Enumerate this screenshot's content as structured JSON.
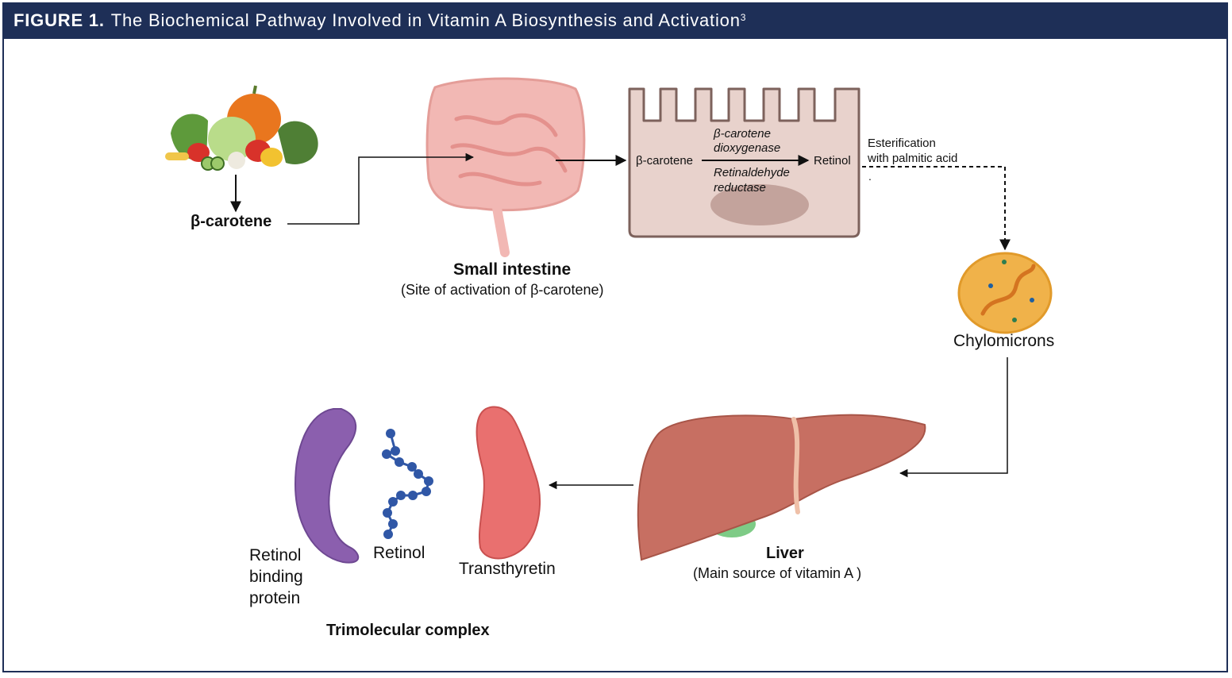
{
  "figure": {
    "label": "FIGURE 1.",
    "title": "The Biochemical Pathway Involved in Vitamin A Biosynthesis and Activation",
    "ref": "3"
  },
  "nodes": {
    "beta_carotene": "β-carotene",
    "small_intestine": {
      "name": "Small intestine",
      "note": "(Site of activation of  β-carotene)"
    },
    "enterocyte": {
      "substrate": "β-carotene",
      "enzyme1_line1": "β-carotene",
      "enzyme1_line2": "dioxygenase",
      "enzyme2_line1": "Retinaldehyde",
      "enzyme2_line2": "reductase",
      "product": "Retinol"
    },
    "esterification": {
      "line1": "Esterification",
      "line2": "with palmitic acid",
      "mark": "."
    },
    "chylomicrons": "Chylomicrons",
    "liver": {
      "name": "Liver",
      "note": "(Main source of vitamin A )"
    },
    "complex": {
      "rbp_line1": "Retinol",
      "rbp_line2": "binding",
      "rbp_line3": "protein",
      "retinol": "Retinol",
      "transthyretin": "Transthyretin",
      "name": "Trimolecular complex"
    }
  },
  "colors": {
    "header_bg": "#1e2f57",
    "intestine": "#f2b8b4",
    "cell": "#e8d2cc",
    "cell_border": "#7d625c",
    "liver": "#c76f62",
    "chylomicron": "#f0b24a",
    "rbp": "#8b5fae",
    "ttr": "#e9706f",
    "retinol_chain": "#3057a6"
  }
}
